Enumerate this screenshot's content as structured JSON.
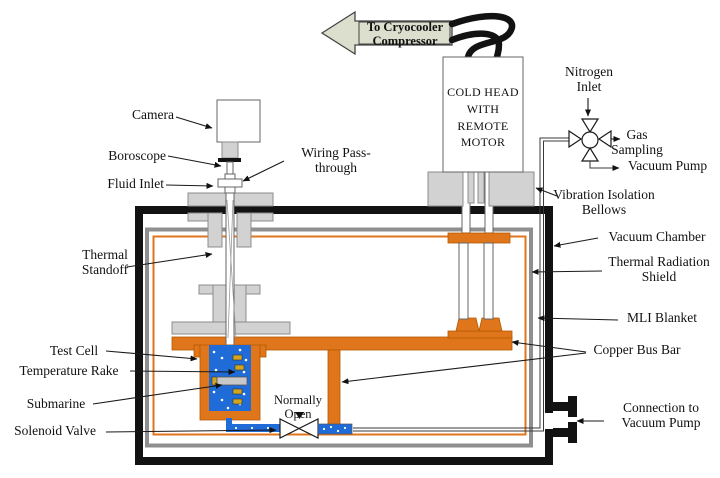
{
  "labels": {
    "camera": "Camera",
    "boroscope": "Boroscope",
    "fluid_inlet": "Fluid Inlet",
    "wiring_pass_through": "Wiring Pass-through",
    "thermal_standoff": "Thermal Standoff",
    "test_cell": "Test Cell",
    "temperature_rake": "Temperature Rake",
    "submarine": "Submarine",
    "solenoid_valve": "Solenoid Valve",
    "normally_open": "Normally Open",
    "to_cryocooler_compressor": "To Cryocooler Compressor",
    "cold_head": "COLD HEAD WITH REMOTE MOTOR",
    "nitrogen_inlet": "Nitrogen Inlet",
    "gas_sampling": "Gas Sampling",
    "vacuum_pump_valve": "Vacuum Pump",
    "vibration_isolation_bellows": "Vibration Isolation Bellows",
    "vacuum_chamber": "Vacuum Chamber",
    "thermal_radiation_shield": "Thermal Radiation Shield",
    "mli_blanket": "MLI Blanket",
    "copper_bus_bar": "Copper Bus Bar",
    "connection_to_vacuum_pump": "Connection to Vacuum Pump"
  },
  "colors": {
    "wall_black": "#121212",
    "shield_gray": "#8f8f8f",
    "copper": "#E0761C",
    "liquid_blue": "#1F6BD8",
    "sensor_gold": "#D1A51F",
    "metal_gray": "#D2D2D2",
    "arrow_fill": "#DCDFCE"
  }
}
